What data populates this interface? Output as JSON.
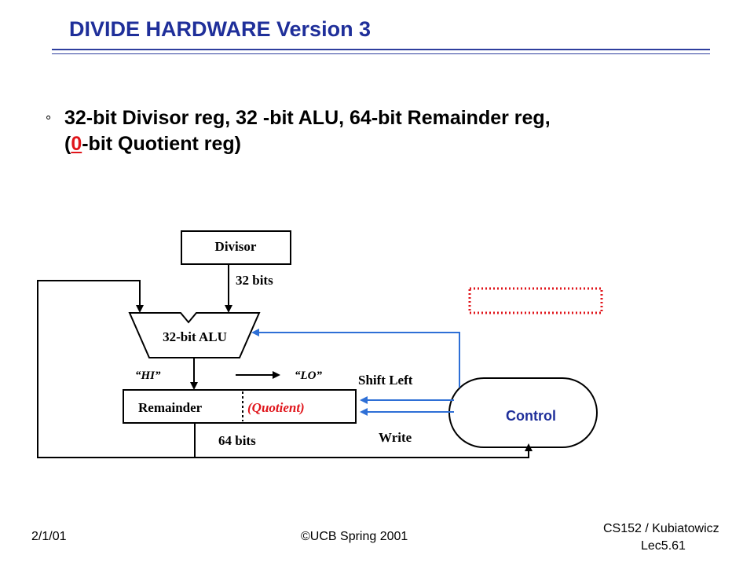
{
  "slide": {
    "title": "DIVIDE HARDWARE Version 3",
    "bullet_glyph": "°",
    "bullet_line1": "32-bit Divisor reg, 32 -bit ALU, 64-bit Remainder reg,",
    "bullet_line2_open": "(",
    "bullet_line2_highlight": "0",
    "bullet_line2_rest": "-bit Quotient reg)"
  },
  "diagram": {
    "divisor_label": "Divisor",
    "divisor_width": "32 bits",
    "alu_label": "32-bit ALU",
    "hi_label": "“HI”",
    "lo_label": "“LO”",
    "remainder_label": "Remainder",
    "quotient_label": "(Quotient)",
    "remainder_width": "64 bits",
    "shift_left_label": "Shift Left",
    "write_label": "Write",
    "control_label": "Control"
  },
  "footer": {
    "date": "2/1/01",
    "copyright": "©UCB Spring 2001",
    "course": "CS152 / Kubiatowicz",
    "lecture": "Lec5.61"
  },
  "colors": {
    "title": "#1f2f9a",
    "highlight": "#e0151b",
    "control_text": "#1f2f9a",
    "arrows": "#2e6fd6",
    "quotient_text": "#e0151b"
  }
}
